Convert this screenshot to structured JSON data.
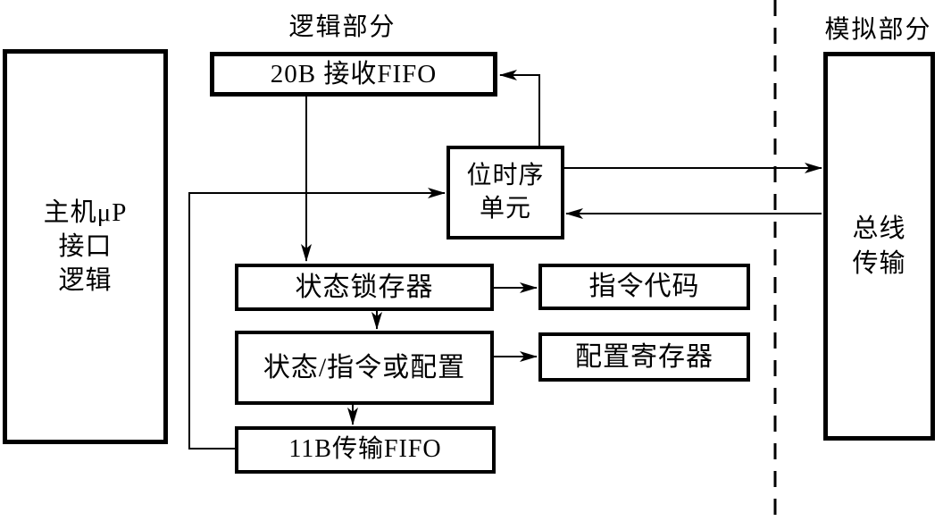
{
  "colors": {
    "ink": "#000000",
    "background": "#ffffff"
  },
  "sections": {
    "logic": {
      "label": "逻辑部分"
    },
    "analog": {
      "label": "模拟部分"
    }
  },
  "blocks": {
    "host_interface": {
      "label": "主机μP\n接口\n逻辑"
    },
    "rx_fifo": {
      "label": "20B 接收FIFO"
    },
    "bit_timing": {
      "label": "位时序\n单元"
    },
    "status_latch": {
      "label": "状态锁存器"
    },
    "instruction_code": {
      "label": "指令代码"
    },
    "status_instruction_config": {
      "label": "状态/指令或配置"
    },
    "config_register": {
      "label": "配置寄存器"
    },
    "tx_fifo": {
      "label": "11B传输FIFO"
    },
    "bus_transfer": {
      "label": "总线\n传输"
    }
  }
}
